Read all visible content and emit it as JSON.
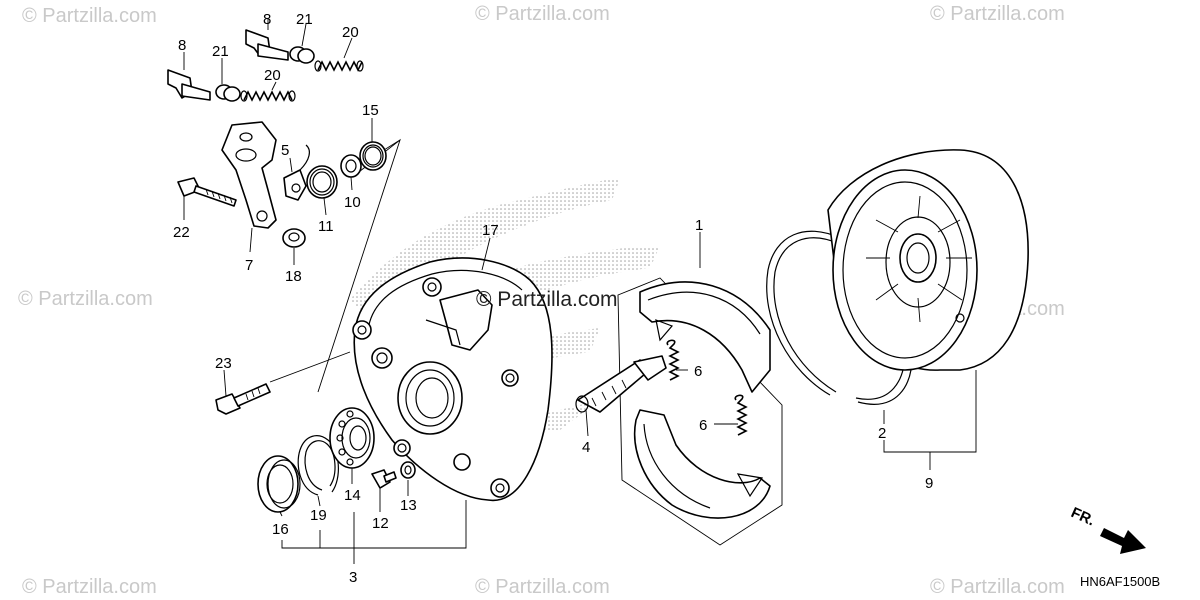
{
  "watermarks": [
    "© Partzilla.com",
    "© Partzilla.com",
    "© Partzilla.com",
    "© Partzilla.com",
    "© Partzilla.com",
    "© Partzilla.com",
    "© Partzilla.com",
    "© Partzilla.com"
  ],
  "center_watermark": "© Partzilla.com",
  "diagram_code": "HN6AF1500B",
  "direction_label": "FR.",
  "callouts": {
    "c1": "1",
    "c2": "2",
    "c3": "3",
    "c4": "4",
    "c5": "5",
    "c6a": "6",
    "c6b": "6",
    "c7": "7",
    "c8a": "8",
    "c8b": "8",
    "c9": "9",
    "c10": "10",
    "c11": "11",
    "c12": "12",
    "c13": "13",
    "c14": "14",
    "c15": "15",
    "c16": "16",
    "c17": "17",
    "c18": "18",
    "c19": "19",
    "c20a": "20",
    "c20b": "20",
    "c21a": "21",
    "c21b": "21",
    "c22": "22",
    "c23": "23"
  }
}
